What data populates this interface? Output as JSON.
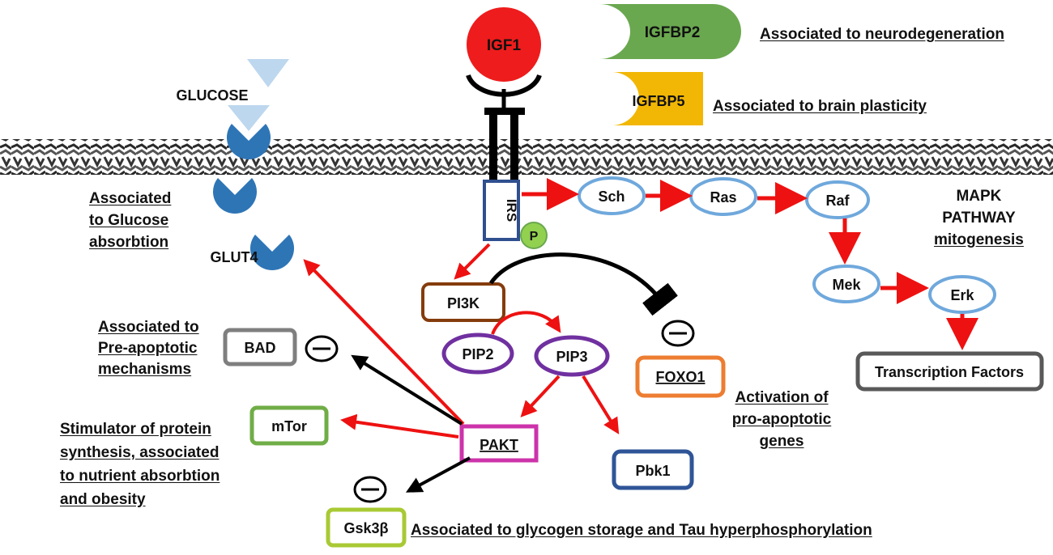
{
  "nodes": {
    "igf1": "IGF1",
    "igfbp2": "IGFBP2",
    "igfbp5": "IGFBP5",
    "glucose": "GLUCOSE",
    "glut4": "GLUT4",
    "irs": "IRS",
    "p": "P",
    "sch": "Sch",
    "ras": "Ras",
    "raf": "Raf",
    "mek": "Mek",
    "erk": "Erk",
    "pi3k": "PI3K",
    "pip2": "PIP2",
    "pip3": "PIP3",
    "foxo1": "FOXO1",
    "bad": "BAD",
    "mtor": "mTor",
    "pakt": "PAKT",
    "pbk1": "Pbk1",
    "gsk3b": "Gsk3β",
    "transcription": "Transcription Factors"
  },
  "annotations": {
    "neurodegeneration": "Associated to neurodegeneration",
    "plasticity": "Associated to brain plasticity",
    "glucose_absorption": [
      "Associated",
      "to Glucose",
      "absorbtion"
    ],
    "mapk": [
      "MAPK",
      "PATHWAY",
      "mitogenesis"
    ],
    "pre_apoptotic": [
      "Associated to",
      "Pre-apoptotic",
      "mechanisms"
    ],
    "protein_synthesis": [
      "Stimulator of protein",
      "synthesis, associated",
      "to nutrient absorbtion",
      "and obesity"
    ],
    "pro_apoptotic": [
      "Activation of",
      "pro-apoptotic",
      "genes"
    ],
    "glycogen": "Associated to glycogen storage and Tau hyperphosphorylation"
  },
  "colors": {
    "igf1": "#ee1c1c",
    "igfbp2": "#6aa84f",
    "igfbp5": "#f2b705",
    "glut4": "#2e75b6",
    "glucose_triangle": "#bdd7ee",
    "mapk_node": "#6fa8dc",
    "pi3k": "#843c0c",
    "pip": "#7030a0",
    "foxo1": "#ed7d31",
    "bad": "#7f7f7f",
    "mtor": "#70ad47",
    "pakt": "#cc33aa",
    "pbk1": "#2f5597",
    "gsk3b": "#a9c934",
    "transcription": "#595959",
    "irs": "#2f4f8f",
    "phospho": "#92d050",
    "activation_arrow": "#ee1111",
    "inhibition_arrow": "#000000"
  }
}
